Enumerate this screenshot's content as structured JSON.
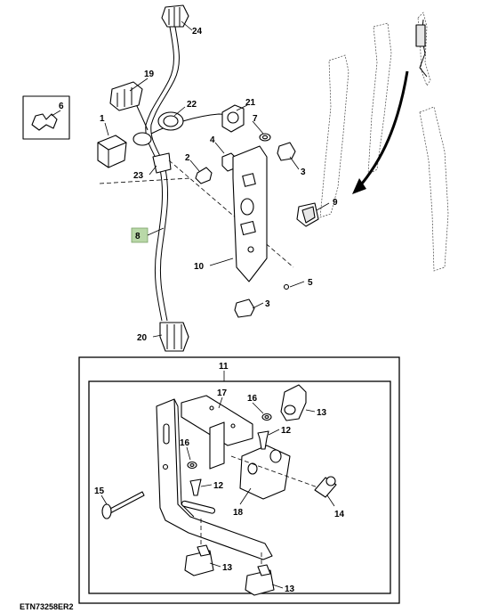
{
  "figure_id": "ETN73258ER2",
  "callouts": {
    "p1": "1",
    "p2": "2",
    "p3a": "3",
    "p3b": "3",
    "p4": "4",
    "p5": "5",
    "p6": "6",
    "p7": "7",
    "p8": "8",
    "p9": "9",
    "p10": "10",
    "p11": "11",
    "p12a": "12",
    "p12b": "12",
    "p13a": "13",
    "p13b": "13",
    "p13c": "13",
    "p14": "14",
    "p15": "15",
    "p16a": "16",
    "p16b": "16",
    "p17": "17",
    "p18": "18",
    "p19": "19",
    "p20": "20",
    "p21": "21",
    "p22": "22",
    "p23": "23",
    "p24": "24"
  },
  "colors": {
    "highlight_fill": "#b9d8a8",
    "line": "#000000"
  }
}
